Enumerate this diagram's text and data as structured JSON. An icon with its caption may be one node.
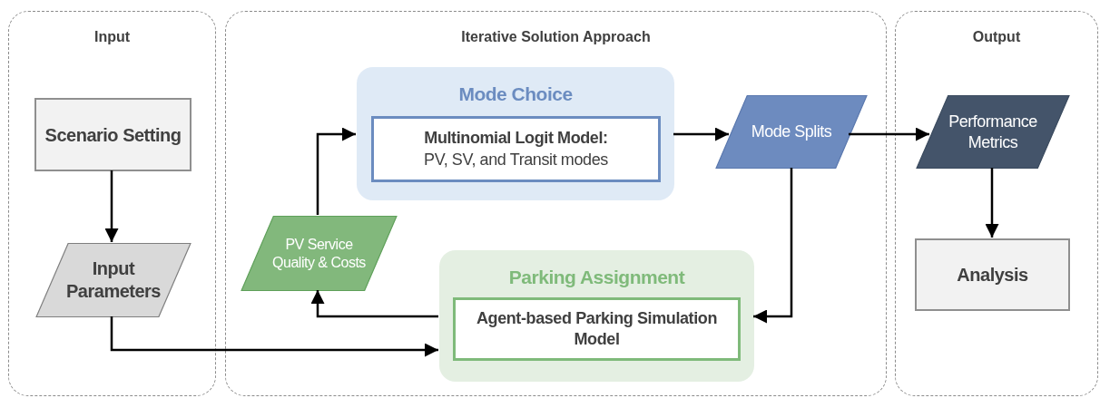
{
  "diagram": {
    "nodes": [
      {
        "text": [
          "Input"
        ]
      },
      {
        "text": [
          "Iterative Solution Approach"
        ]
      },
      {
        "text": [
          "Output"
        ]
      },
      {
        "text": [
          "Scenario Setting"
        ],
        "in": 0
      },
      {
        "text": [
          "Input Parameters"
        ],
        "in": 0
      },
      {
        "text": [
          "Mode Choice"
        ],
        "in": 1
      },
      {
        "text": [
          "Multinomial Logit Model:",
          "PV, SV, and Transit modes"
        ],
        "in": 5
      },
      {
        "text": [
          "PV Service Quality & Costs"
        ],
        "in": 1
      },
      {
        "text": [
          "Parking Assignment"
        ],
        "in": 1
      },
      {
        "text": [
          "Agent-based Parking Simulation Model"
        ],
        "in": 8
      },
      {
        "text": [
          "Mode Splits"
        ],
        "in": 1
      },
      {
        "text": [
          "Performance Metrics"
        ],
        "in": 2
      },
      {
        "text": [
          "Analysis"
        ],
        "in": 2
      }
    ],
    "edges": [
      {
        "from": 3,
        "to": 4,
        "arrow": "to"
      },
      {
        "from": 4,
        "to": 8,
        "arrow": "to"
      },
      {
        "from": 8,
        "to": 7,
        "arrow": "to"
      },
      {
        "from": 7,
        "to": 5,
        "arrow": "to"
      },
      {
        "from": 5,
        "to": 10,
        "arrow": "to"
      },
      {
        "from": 10,
        "to": 8,
        "arrow": "to"
      },
      {
        "from": 10,
        "to": 11,
        "arrow": "to"
      },
      {
        "from": 11,
        "to": 12,
        "arrow": "to"
      }
    ]
  }
}
